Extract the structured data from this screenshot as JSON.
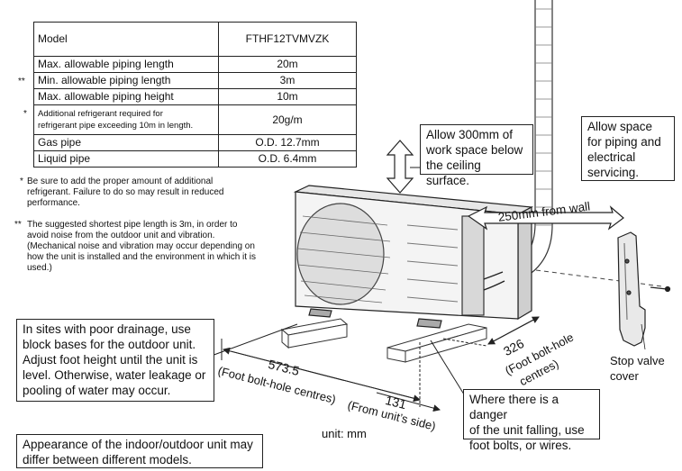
{
  "table": {
    "rows": [
      {
        "mark": "",
        "label": "Model",
        "value": "FTHF12TVMVZK"
      },
      {
        "mark": "",
        "label": "Max. allowable piping length",
        "value": "20m"
      },
      {
        "mark": "**",
        "label": "Min. allowable piping length",
        "value": "3m"
      },
      {
        "mark": "",
        "label": "Max. allowable piping height",
        "value": "10m"
      },
      {
        "mark": "*",
        "label_line1": "Additional refrigerant required for",
        "label_line2": "refrigerant pipe exceeding 10m in length.",
        "value": "20g/m"
      },
      {
        "mark": "",
        "label": "Gas pipe",
        "value": "O.D. 12.7mm"
      },
      {
        "mark": "",
        "label": "Liquid pipe",
        "value": "O.D. 6.4mm"
      }
    ]
  },
  "notes": {
    "single_star": {
      "mark": "*",
      "lines": [
        "Be sure to add the proper amount of additional",
        "refrigerant. Failure to do so may result in reduced",
        "performance."
      ]
    },
    "double_star": {
      "mark": "**",
      "lines": [
        "The suggested shortest pipe length is 3m, in order to",
        "avoid noise from the outdoor unit and vibration.",
        "(Mechanical noise and vibration may occur depending on",
        "how the unit is installed and the environment in which it is",
        "used.)"
      ]
    }
  },
  "callouts": {
    "ceiling": [
      "Allow 300mm of",
      "work space below",
      "the ceiling surface."
    ],
    "piping": [
      "Allow space",
      "for piping and",
      "electrical",
      "servicing."
    ],
    "drainage": [
      "In sites with poor drainage, use",
      "block bases for the outdoor unit.",
      "Adjust foot height until the unit is",
      "level. Otherwise, water leakage or",
      "pooling of water may occur."
    ],
    "falling": [
      "Where there is a danger",
      "of the unit falling, use",
      "foot bolts, or wires."
    ],
    "appearance": [
      "Appearance of the indoor/outdoor unit may",
      "differ between different models."
    ]
  },
  "dimensions": {
    "wall": "250mm from wall",
    "width_value": "573.5",
    "width_caption": "(Foot bolt-hole centres)",
    "side_value": "131",
    "side_caption": "(From unit’s side)",
    "depth_value": "326",
    "depth_caption_1": "(Foot bolt-hole",
    "depth_caption_2": "centres)"
  },
  "labels": {
    "unit": "unit: mm",
    "stop_valve_1": "Stop valve",
    "stop_valve_2": "cover"
  }
}
